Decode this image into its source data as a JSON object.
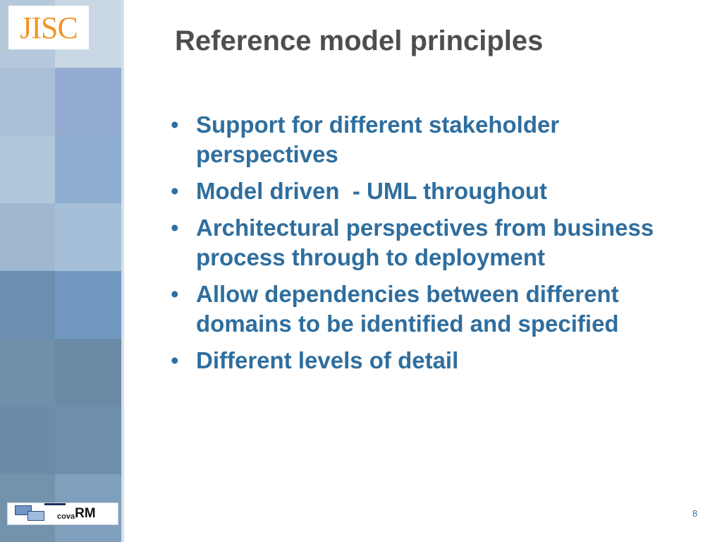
{
  "slide": {
    "logo_text": "JISC",
    "title": "Reference model principles",
    "bullet_symbol": "•",
    "bullets": [
      "Support for different stakeholder perspectives",
      "Model driven  - UML throughout",
      "Architectural perspectives from business process through to deployment",
      "Allow dependencies between different domains to be identified and specified",
      "Different levels of detail"
    ],
    "footer_logo": {
      "prefix": "cova",
      "suffix": "RM"
    },
    "page_number": "8"
  },
  "colors": {
    "title": "#4e4e4e",
    "bullet_text": "#2f6e9e",
    "logo": "#f0962a",
    "page_number": "#3f6f9c"
  }
}
